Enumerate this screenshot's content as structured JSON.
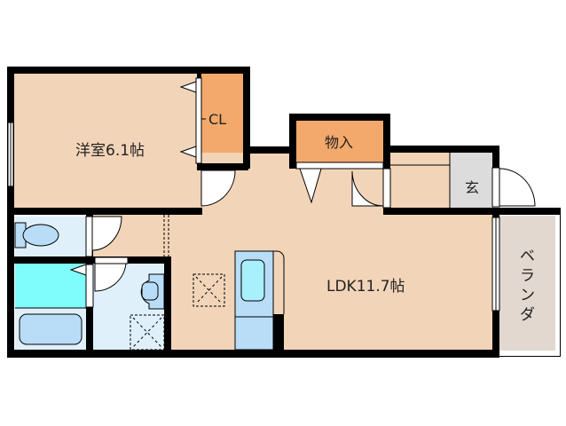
{
  "floor_plan": {
    "rooms": [
      {
        "id": "western-room",
        "label": "洋室6.1帖",
        "type": "bedroom",
        "size_jo": 6.1
      },
      {
        "id": "closet",
        "label": "CL",
        "type": "closet"
      },
      {
        "id": "storage",
        "label": "物入",
        "type": "storage"
      },
      {
        "id": "entrance",
        "label": "玄",
        "type": "entrance"
      },
      {
        "id": "ldk",
        "label": "LDK11.7帖",
        "type": "living-dining-kitchen",
        "size_jo": 11.7
      },
      {
        "id": "balcony",
        "label": "ベランダ",
        "type": "balcony"
      },
      {
        "id": "toilet",
        "label": "",
        "type": "toilet"
      },
      {
        "id": "bathroom",
        "label": "",
        "type": "bath"
      },
      {
        "id": "washroom",
        "label": "",
        "type": "washroom"
      }
    ],
    "colors": {
      "room_floor": "#f2d4b8",
      "closet": "#f2a96b",
      "entrance": "#dcdcdc",
      "balcony": "#e3d8d0",
      "wet_area": "#dff0fb",
      "bath_tub_area": "#7ffcfc",
      "fixture": "#b9dcf7",
      "wall": "#000000"
    }
  }
}
